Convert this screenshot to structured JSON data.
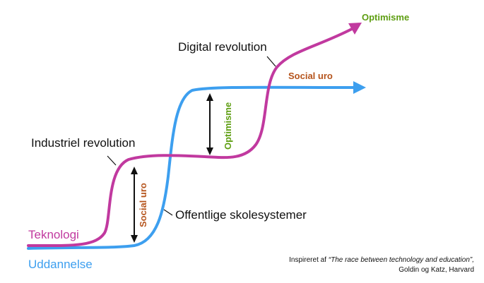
{
  "colors": {
    "technology": "#c1399f",
    "education": "#3d9fef",
    "optimism": "#5e9e12",
    "social_unrest": "#b5541c",
    "text": "#111111"
  },
  "series": {
    "technology_label": "Teknologi",
    "education_label": "Uddannelse"
  },
  "annotations": {
    "industrial_revolution": "Industriel revolution",
    "digital_revolution": "Digital revolution",
    "public_school_systems": "Offentlige skolesystemer",
    "optimism_top": "Optimisme",
    "optimism_mid": "Optimisme",
    "social_unrest_left": "Social uro",
    "social_unrest_right": "Social uro"
  },
  "source": {
    "prefix": "Inspireret af ",
    "title": "“The race between technology and education”,",
    "authors": "Goldin og Katz, Harvard"
  },
  "icons": [
    "double-arrow-icon",
    "arrowhead-icon"
  ]
}
